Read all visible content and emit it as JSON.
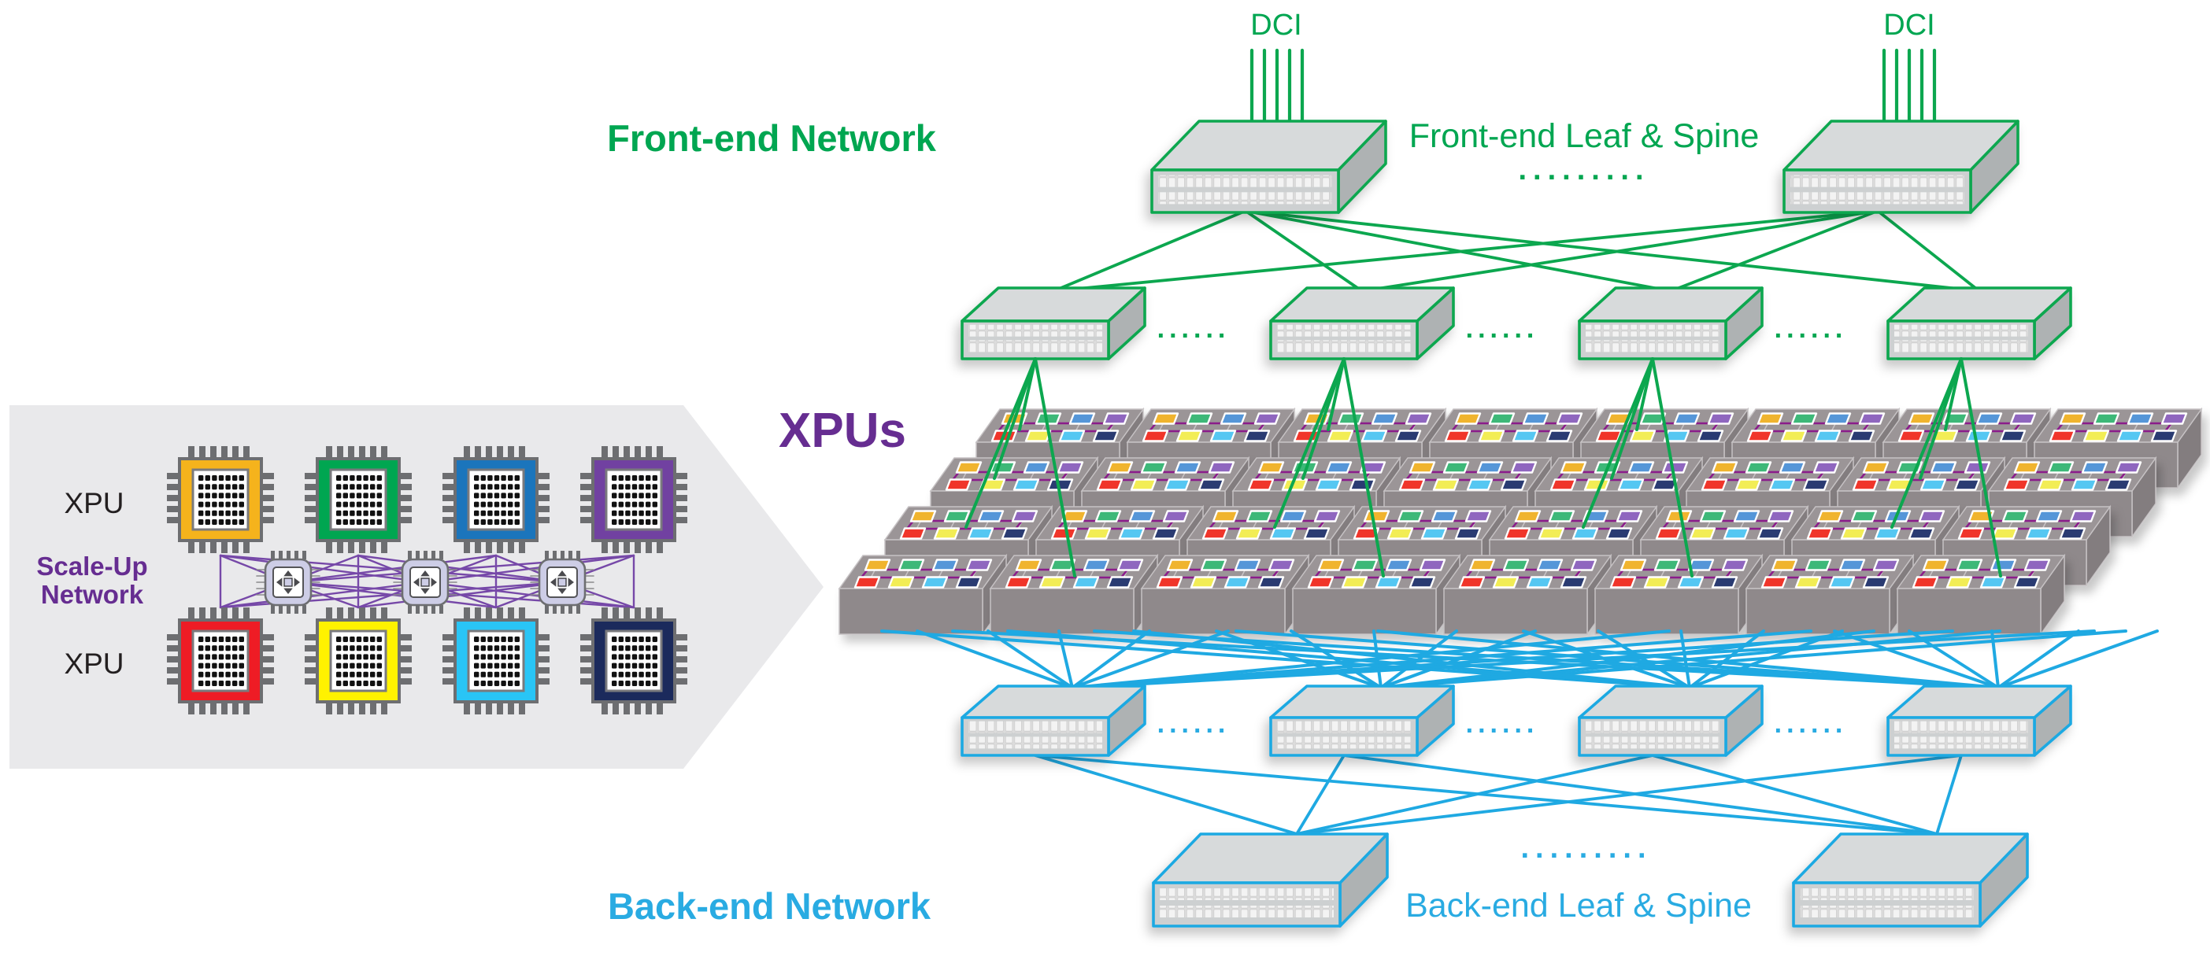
{
  "palette": {
    "green": "#00A651",
    "cyan": "#29ABE2",
    "purple": "#662D91",
    "mesh_purple": "#7648A8",
    "panel_bg": "#E9E9EB",
    "switch_top": "#D7DADB",
    "switch_front": "#CDD0D1",
    "switch_side": "#AEB2B3",
    "server_top": "#9B9597",
    "server_front": "#8F898B",
    "server_side": "#837D7F",
    "server_edge": "#C6C2C4",
    "ring_purple": "#8B1A8B",
    "chip_lavender": "#CDCDE6",
    "pin_gray": "#6D6E71",
    "xpu_colors_top": [
      "#F5B31C",
      "#00A651",
      "#1B75BC",
      "#7141A1"
    ],
    "xpu_colors_bottom": [
      "#EE1C25",
      "#FFF200",
      "#29C5F6",
      "#1B2A5C"
    ],
    "server_chip_top": [
      "#F0B42E",
      "#3CB878",
      "#5596D8",
      "#8F66BF"
    ],
    "server_chip_bottom": [
      "#F0342C",
      "#F2ED55",
      "#55C7F2",
      "#2A3A72"
    ]
  },
  "front_end": {
    "title": "Front-end Network",
    "caption": "Front-end Leaf & Spine",
    "dci_label": "DCI",
    "spine_count": 2,
    "leaf_count": 4,
    "dci_links_per_spine": 5,
    "dots_spine": ".........",
    "dots_leaf": "......"
  },
  "back_end": {
    "title": "Back-end Network",
    "caption": "Back-end Leaf & Spine",
    "spine_count": 2,
    "leaf_count": 4,
    "dots_spine": ".........",
    "dots_leaf": "......"
  },
  "xpus": {
    "title": "XPUs",
    "rows": 4,
    "cols": 8,
    "chips_per_server": 8
  },
  "scale_up": {
    "title_line1": "Scale-Up",
    "title_line2": "Network",
    "xpu_label": "XPU",
    "xpu_count": 8,
    "switch_count": 3
  }
}
